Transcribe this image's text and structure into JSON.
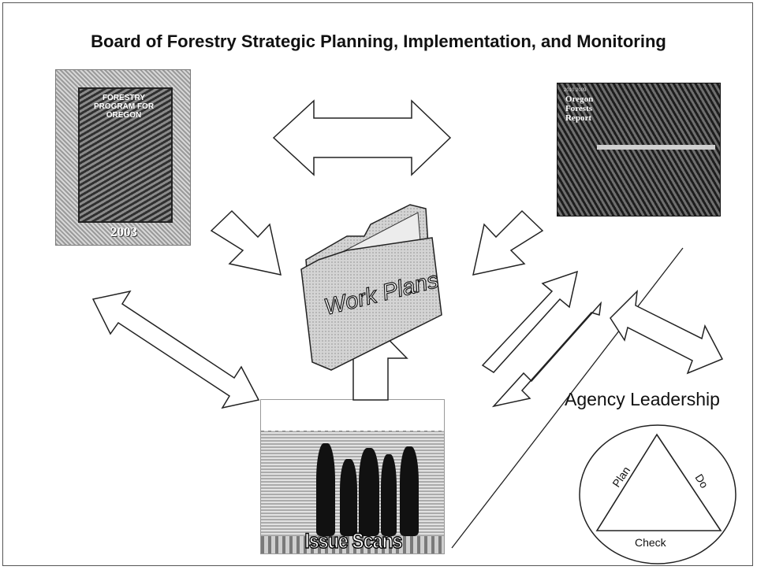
{
  "title": "Board of Forestry Strategic Planning, Implementation, and Monitoring",
  "forestry_program": {
    "cover_label": "Forestry Program for Oregon",
    "year": "2003"
  },
  "forests_report": {
    "kicker": "2010 2009",
    "title": "Oregon Forests Report"
  },
  "work_plans": {
    "label": "Work Plans"
  },
  "issue_scans": {
    "label": "Issue Scans"
  },
  "agency": {
    "label": "Agency Leadership",
    "cycle": {
      "plan": "Plan",
      "do": "Do",
      "check": "Check"
    }
  }
}
